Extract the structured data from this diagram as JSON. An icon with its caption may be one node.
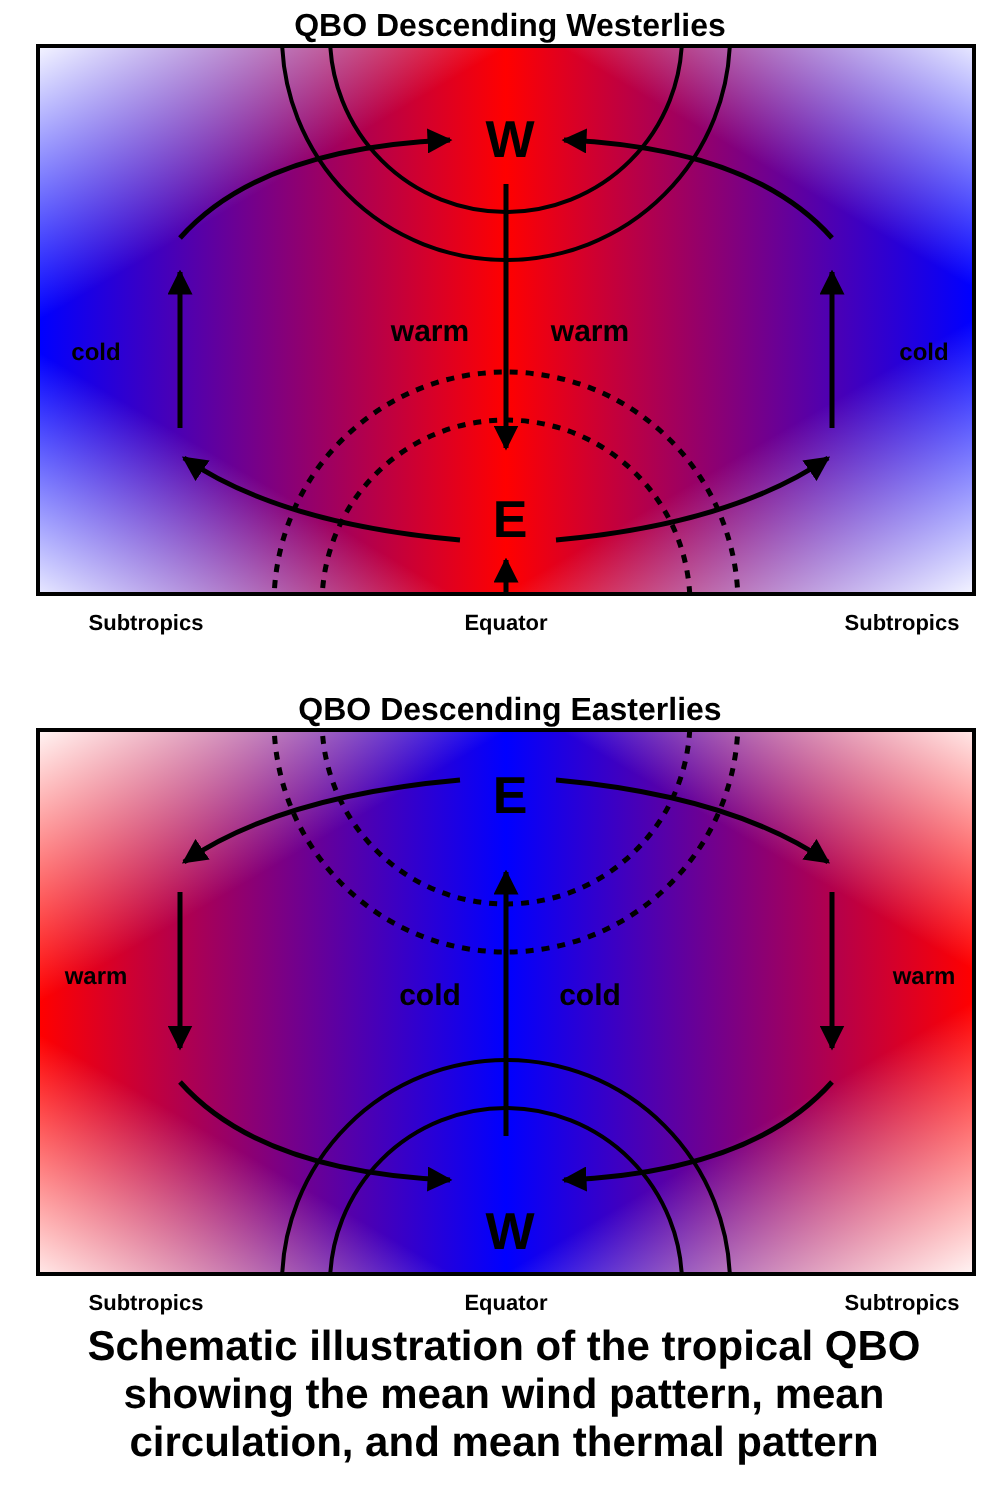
{
  "diagram": {
    "caption": "Schematic illustration of the tropical QBO showing the mean wind pattern, mean circulation, and mean thermal pattern",
    "nodes": [
      {
        "text": [
          "QBO Descending Westerlies",
          "W",
          "E",
          "cold",
          "warm",
          "warm",
          "cold"
        ],
        "beside": [
          "Subtropics",
          "Equator",
          "Subtropics"
        ]
      },
      {
        "text": [
          "QBO Descending Easterlies",
          "E",
          "W",
          "warm",
          "cold",
          "cold",
          "warm"
        ],
        "beside": [
          "Subtropics",
          "Equator",
          "Subtropics"
        ]
      }
    ]
  }
}
